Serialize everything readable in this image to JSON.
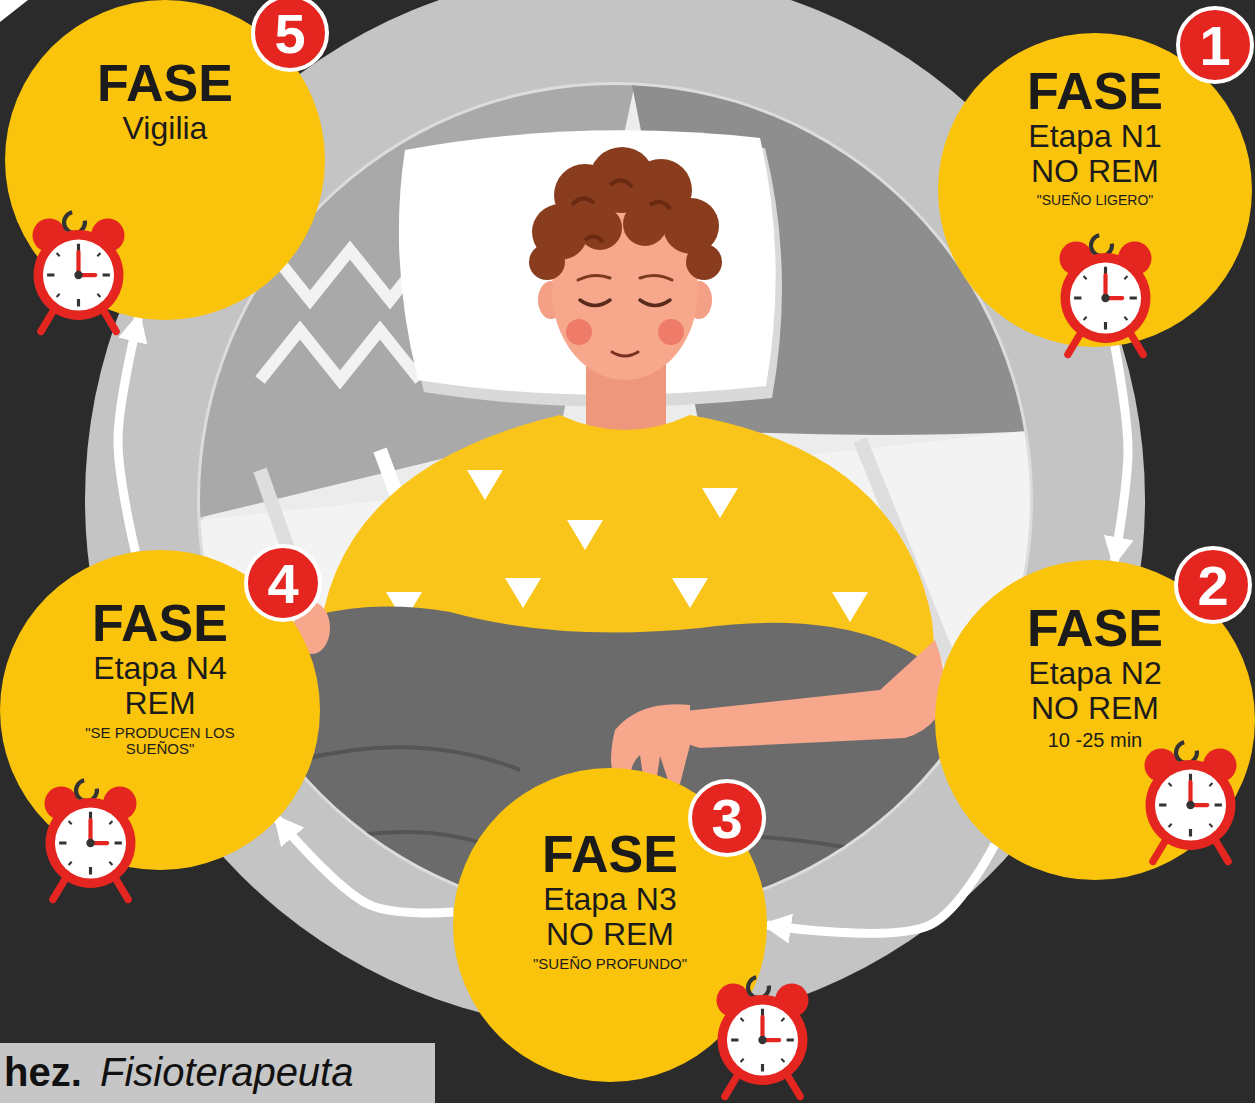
{
  "diagram": {
    "nodes": [
      {
        "text": [
          "FASE",
          "Etapa N1",
          "NO REM",
          "\"SUEÑO LIGERO\""
        ]
      },
      {
        "text": [
          "FASE",
          "Etapa N2",
          "NO REM",
          "10 -25 min"
        ]
      },
      {
        "text": [
          "FASE",
          "Etapa N3",
          "NO REM",
          "\"SUEÑO PROFUNDO\""
        ]
      },
      {
        "text": [
          "FASE",
          "Etapa N4",
          "REM",
          "\"SE PRODUCEN LOS SUEÑOS\""
        ]
      },
      {
        "text": [
          "FASE",
          "Vigilia"
        ]
      }
    ],
    "edges": [
      {
        "from": 0,
        "to": 1,
        "arrow": "to"
      },
      {
        "from": 1,
        "to": 2,
        "arrow": "to"
      },
      {
        "from": 2,
        "to": 3,
        "arrow": "to"
      },
      {
        "from": 3,
        "to": 4,
        "arrow": "to"
      }
    ],
    "labels": [
      "1",
      "2",
      "3",
      "4",
      "5",
      "hez.",
      "Fisioterapeuta"
    ]
  }
}
